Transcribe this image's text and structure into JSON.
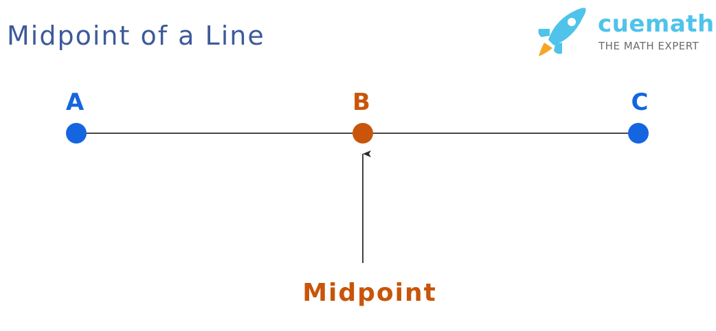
{
  "title": "Midpoint of a Line",
  "logo": {
    "brand": "cuemath",
    "tagline": "THE MATH EXPERT"
  },
  "points": [
    {
      "label": "A",
      "color": "#1565e0"
    },
    {
      "label": "B",
      "color": "#c8550a"
    },
    {
      "label": "C",
      "color": "#1565e0"
    }
  ],
  "midpoint_caption": "Midpoint",
  "colors": {
    "title": "#3d5a99",
    "endpoint": "#1565e0",
    "midpoint": "#c8550a",
    "line": "#2b2b2b",
    "brand": "#4fc3ea",
    "tagline": "#6b6b6b"
  },
  "icons": {
    "logo": "rocket-icon"
  }
}
